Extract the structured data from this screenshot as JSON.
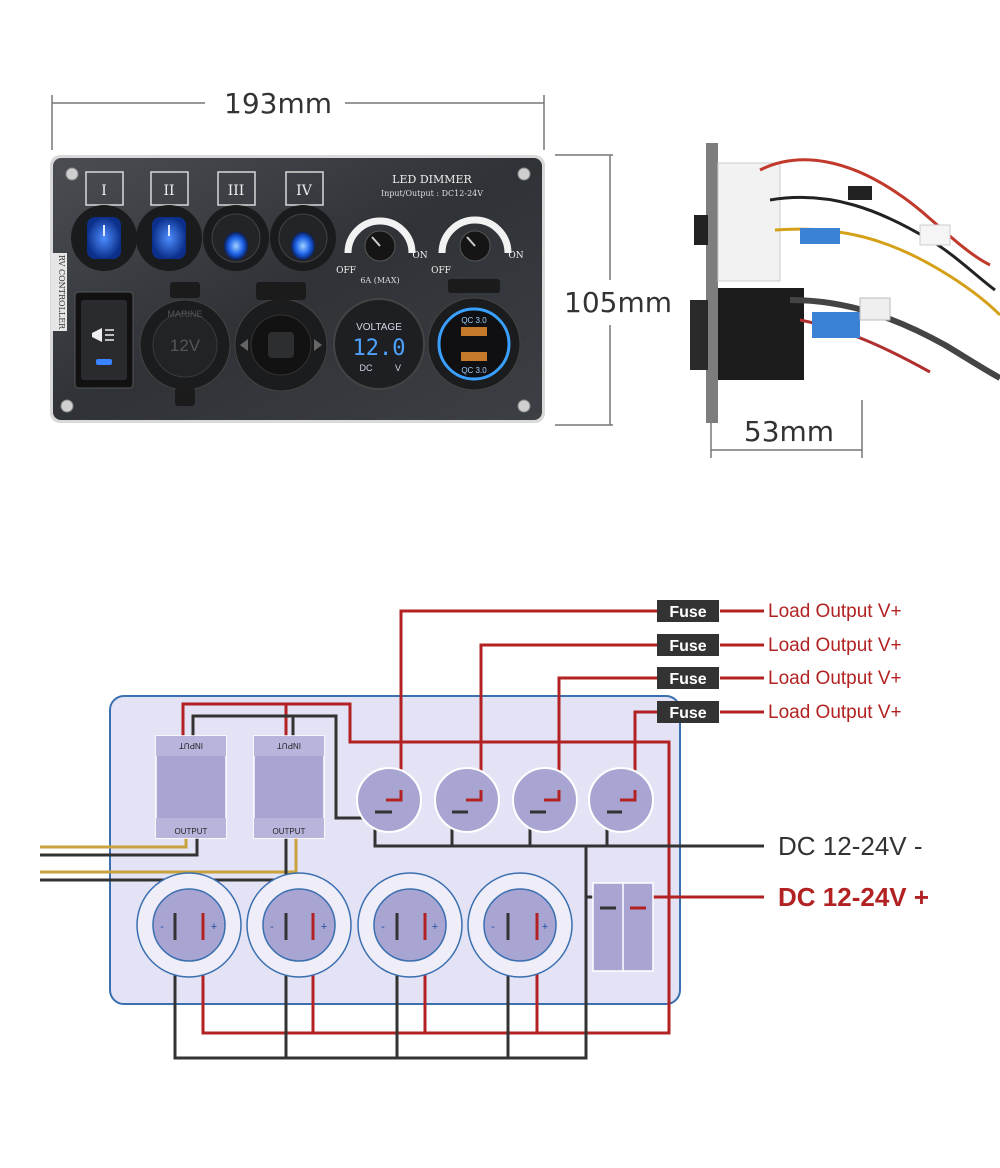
{
  "dimensions": {
    "width_label": "193mm",
    "height_label": "105mm",
    "depth_label": "53mm"
  },
  "panel": {
    "switch_labels": [
      "I",
      "II",
      "III",
      "IV"
    ],
    "side_label": "RV CONTROLLER",
    "dimmer_title": "LED DIMMER",
    "dimmer_spec": "Input/Output : DC12-24V",
    "dimmer_off": "OFF",
    "dimmer_on": "ON",
    "dimmer_rating": "6A (MAX)",
    "socket_brand": "MARINE",
    "socket_voltage": "12V",
    "voltmeter_title": "VOLTAGE",
    "voltmeter_value": "12.0",
    "voltmeter_dc": "DC",
    "voltmeter_unit": "V",
    "usb_top": "QC 3.0",
    "usb_bottom": "QC 3.0"
  },
  "wiring": {
    "fuse_label": "Fuse",
    "load_labels": [
      "Load Output V+",
      "Load Output V+",
      "Load Output V+",
      "Load Output V+"
    ],
    "dc_negative": "DC 12-24V -",
    "dc_positive": "DC 12-24V +",
    "dimmer_input": "INPUT",
    "dimmer_output": "OUTPUT",
    "minus": "-",
    "plus": "+",
    "colors": {
      "red_wire": "#b22222",
      "black_wire": "#333333",
      "yellow_wire": "#c8a23c",
      "board_fill": "#e4e3f5",
      "board_stroke": "#3a6fb0",
      "component_fill": "#a9a5d3"
    }
  }
}
